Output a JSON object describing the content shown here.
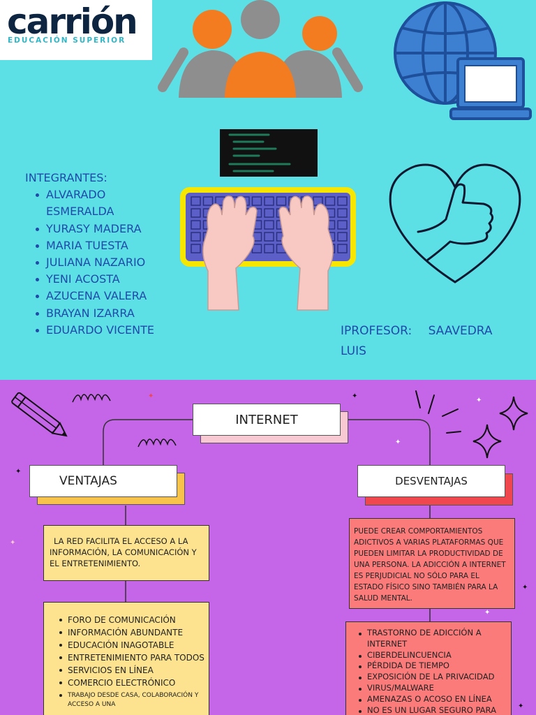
{
  "logo": {
    "name": "carrión",
    "subtitle": "EDUCACIÓN SUPERIOR"
  },
  "members": {
    "title": "INTEGRANTES:",
    "items": [
      "ALVARADO\nESMERALDA",
      "YURASY MADERA",
      "MARIA TUESTA",
      "JULIANA NAZARIO",
      "YENI ACOSTA",
      "AZUCENA VALERA",
      "BRAYAN IZARRA",
      "EDUARDO VICENTE"
    ]
  },
  "professor": {
    "label": "IPROFESOR: SAAVEDRA LUIS"
  },
  "map": {
    "root": "INTERNET",
    "left_heading": "VENTAJAS",
    "right_heading": "DESVENTAJAS",
    "left_description": "LA RED FACILITA EL ACCESO A LA INFORMACIÓN, LA COMUNICACIÓN Y EL ENTRETENIMIENTO.",
    "right_description": "PUEDE CREAR COMPORTAMIENTOS ADICTIVOS A VARIAS PLATAFORMAS QUE PUEDEN LIMITAR LA PRODUCTIVIDAD DE UNA PERSONA. LA ADICCIÓN A INTERNET ES PERJUDICIAL NO SÓLO PARA EL ESTADO FÍSICO SINO TAMBIÉN PARA LA SALUD MENTAL.",
    "advantages": [
      "FORO DE COMUNICACIÓN",
      "INFORMACIÓN ABUNDANTE",
      "EDUCACIÓN INAGOTABLE",
      "ENTRETENIMIENTO PARA TODOS",
      "SERVICIOS EN LÍNEA",
      "COMERCIO ELECTRÓNICO",
      "TRABAJO DESDE CASA, COLABORACIÓN Y ACCESO A UNA"
    ],
    "disadvantages": [
      "TRASTORNO DE ADICCIÓN A INTERNET",
      "CIBERDELINCUENCIA",
      "PÉRDIDA DE TIEMPO",
      "EXPOSICIÓN DE LA PRIVACIDAD",
      "VIRUS/MALWARE",
      "AMENAZAS O ACOSO EN LÍNEA",
      "NO ES UN LUGAR SEGURO PARA"
    ]
  },
  "colors": {
    "top_background": "#5ce0e6",
    "bottom_background": "#c565e8",
    "text_blue": "#1f4aa8",
    "person_orange": "#f47c20",
    "person_gray": "#8e8e8e",
    "globe_blue": "#3d7fd1",
    "keyboard_yellow": "#f6e600",
    "keyboard_keys": "#5b5fc7",
    "hand_pink": "#f8c8c2",
    "box_yellow": "#fde38f",
    "box_red": "#fb7b7b",
    "card_shadow_pink": "#f8c9d2",
    "heading_shadow_orange": "#f7c34a",
    "heading_shadow_red": "#f0464e"
  },
  "icons": [
    "people-icon",
    "globe-laptop-icon",
    "code-screen-icon",
    "typing-keyboard-icon",
    "heart-thumbs-up-icon",
    "pencil-icon",
    "sparkle-icon"
  ]
}
